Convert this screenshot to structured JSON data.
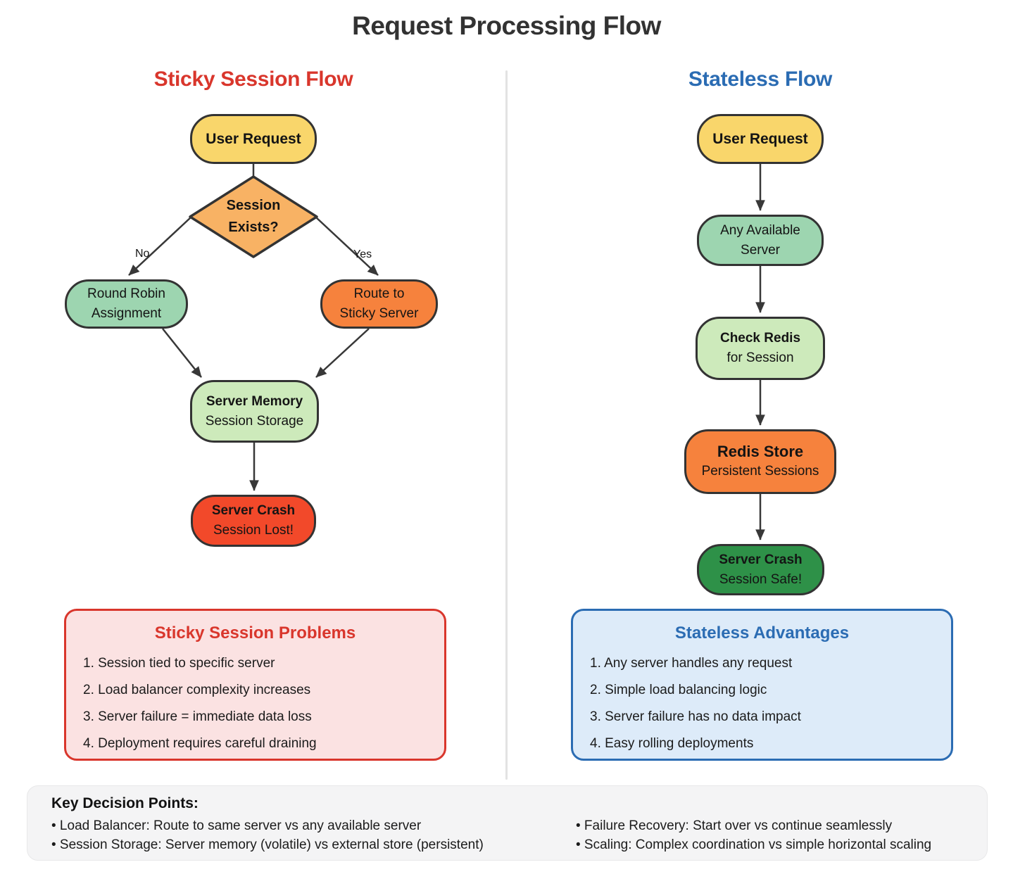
{
  "title": "Request Processing Flow",
  "left": {
    "heading": "Sticky Session Flow",
    "edge_labels": {
      "no": "No",
      "yes": "Yes"
    },
    "nodes": {
      "user_request": {
        "line1": "User Request"
      },
      "decision": {
        "line1": "Session",
        "line2": "Exists?"
      },
      "round_robin": {
        "line1": "Round Robin",
        "line2": "Assignment"
      },
      "route_sticky": {
        "line1": "Route to",
        "line2": "Sticky Server"
      },
      "server_memory": {
        "line1": "Server Memory",
        "line2": "Session Storage"
      },
      "server_crash": {
        "line1": "Server Crash",
        "line2": "Session Lost!"
      }
    },
    "panel": {
      "title": "Sticky Session Problems",
      "items": [
        "1. Session tied to specific server",
        "2. Load balancer complexity increases",
        "3. Server failure = immediate data loss",
        "4. Deployment requires careful draining"
      ]
    }
  },
  "right": {
    "heading": "Stateless Flow",
    "nodes": {
      "user_request": {
        "line1": "User Request"
      },
      "any_server": {
        "line1": "Any Available",
        "line2": "Server"
      },
      "check_redis": {
        "line1": "Check Redis",
        "line2": "for Session"
      },
      "redis_store": {
        "line1": "Redis Store",
        "line2": "Persistent Sessions"
      },
      "server_crash": {
        "line1": "Server Crash",
        "line2": "Session Safe!"
      }
    },
    "panel": {
      "title": "Stateless Advantages",
      "items": [
        "1. Any server handles any request",
        "2. Simple load balancing logic",
        "3. Server failure has no data impact",
        "4. Easy rolling deployments"
      ]
    }
  },
  "key_points": {
    "title": "Key Decision Points:",
    "left_items": [
      "• Load Balancer: Route to same server vs any available server",
      "• Session Storage: Server memory (volatile) vs external store (persistent)"
    ],
    "right_items": [
      "• Failure Recovery: Start over vs continue seamlessly",
      "• Scaling: Complex coordination vs simple horizontal scaling"
    ]
  },
  "colors": {
    "node_yellow": "#F9D66B",
    "node_orange": "#F6823D",
    "node_green": "#9DD5B0",
    "node_light_green": "#CDEABB",
    "node_red": "#F2492A",
    "node_dark_green": "#2E9148",
    "diamond_orange": "#F8B264",
    "node_border": "#333333",
    "arrow": "#383838",
    "sticky_accent": "#D9362C",
    "stateless_accent": "#2B6CB3",
    "problems_bg": "#FBE2E2",
    "advantages_bg": "#DDEBF9",
    "keypoints_bg": "#F4F4F5",
    "divider": "#E3E3E3"
  }
}
